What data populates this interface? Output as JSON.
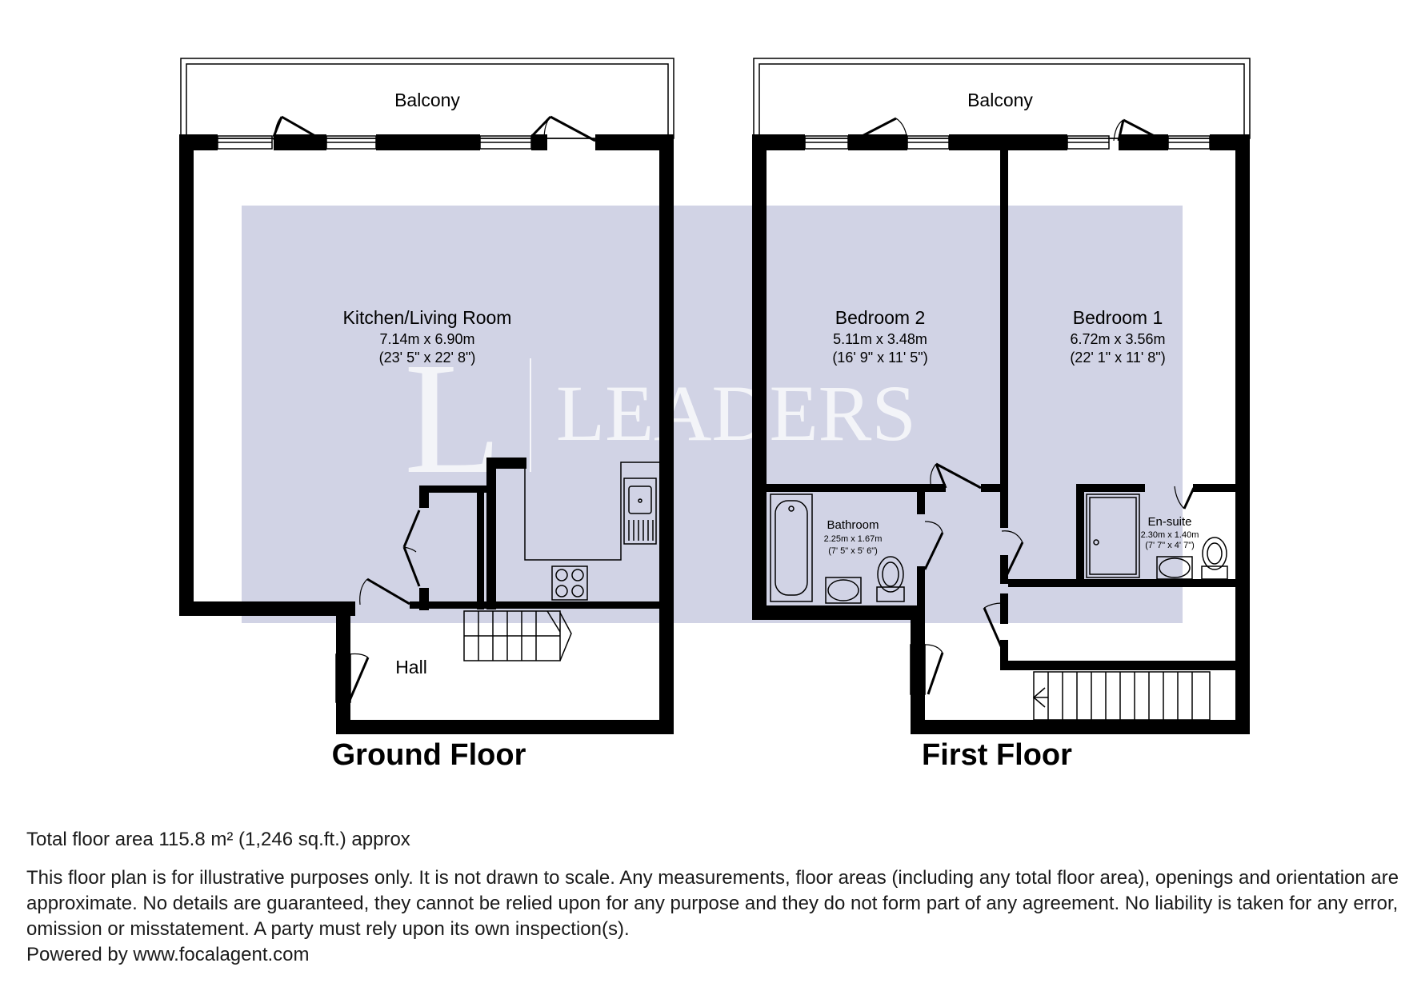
{
  "watermark": {
    "letter": "L",
    "brand": "LEADERS",
    "color": "#c9cbe0"
  },
  "ground_floor": {
    "title": "Ground Floor",
    "balcony": "Balcony",
    "kitchen": {
      "name": "Kitchen/Living Room",
      "metric": "7.14m x 6.90m",
      "imperial": "(23' 5\" x 22' 8\")"
    },
    "hall": "Hall"
  },
  "first_floor": {
    "title": "First Floor",
    "balcony": "Balcony",
    "bedroom2": {
      "name": "Bedroom 2",
      "metric": "5.11m x 3.48m",
      "imperial": "(16' 9\" x 11' 5\")"
    },
    "bedroom1": {
      "name": "Bedroom 1",
      "metric": "6.72m x 3.56m",
      "imperial": "(22' 1\" x 11' 8\")"
    },
    "bathroom": {
      "name": "Bathroom",
      "metric": "2.25m x 1.67m",
      "imperial": "(7' 5\" x 5' 6\")"
    },
    "ensuite": {
      "name": "En-suite",
      "metric": "2.30m x 1.40m",
      "imperial": "(7' 7\" x 4' 7\")"
    }
  },
  "footer": {
    "total_area": "Total floor area 115.8 m² (1,246 sq.ft.) approx",
    "disclaimer": "This floor plan is for illustrative purposes only. It is not drawn to scale. Any measurements, floor areas (including any total floor area), openings and orientation are approximate. No details are guaranteed, they cannot be relied upon for any purpose and they do not form part of any agreement. No liability is taken for any error, omission or misstatement. A party must rely upon its own inspection(s).",
    "powered_by": "Powered by www.focalagent.com"
  }
}
